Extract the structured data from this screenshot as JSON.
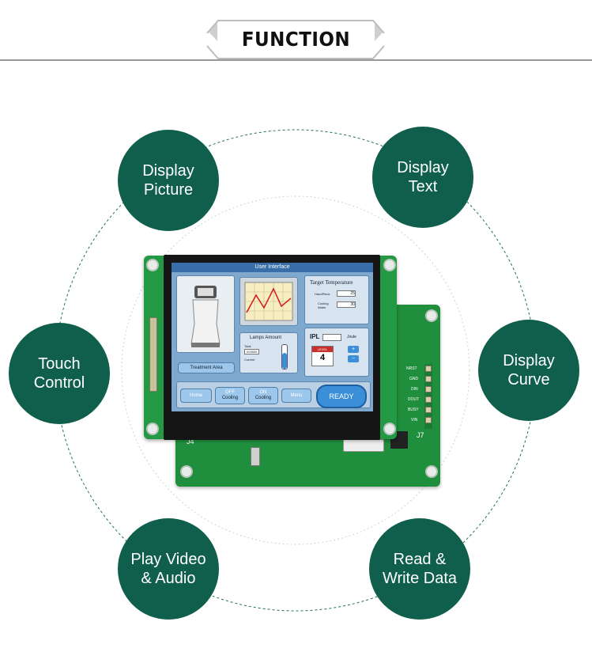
{
  "header": {
    "title": "FUNCTION"
  },
  "features": {
    "display_picture": "Display\nPicture",
    "display_text": "Display\nText",
    "touch_control": "Touch\nControl",
    "display_curve": "Display\nCurve",
    "play_video": "Play Video\n& Audio",
    "read_write": "Read &\nWrite Data"
  },
  "screen": {
    "title": "User Interface",
    "target_temp_title": "Target Temperature",
    "handpiece_label": "HandPiece",
    "handpiece_value": "25",
    "cooling_label": "Cooling\nWater",
    "cooling_value": "30",
    "lamps_title": "Lamps Amount",
    "total_label": "Total",
    "total_value": "003500",
    "current_label": "Current",
    "ipl_label": "IPL",
    "joule_label": "Joule",
    "level_label": "LEVEL",
    "level_value": "4",
    "treatment_area": "Treatment Area",
    "home": "Home",
    "off_label": "OFF",
    "off_sub": "Cooling",
    "on_label": "ON",
    "on_sub": "Cooling",
    "menu": "Menu",
    "ready": "READY"
  },
  "board": {
    "j4": "J4",
    "j7": "J7",
    "pins": [
      "NRST",
      "GND",
      "DIN",
      "DOUT",
      "BUSY",
      "VIN"
    ]
  },
  "colors": {
    "circle": "#0f5f4c",
    "pcb": "#239944",
    "screen_bg": "#7fa8cf"
  }
}
